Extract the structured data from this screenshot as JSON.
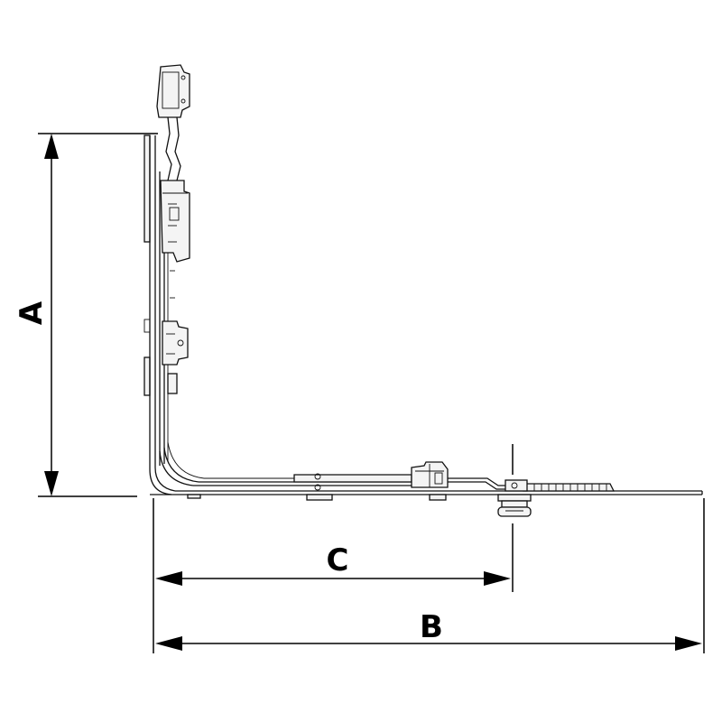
{
  "dimensions": {
    "a_label": "A",
    "b_label": "B",
    "c_label": "C"
  },
  "colors": {
    "line": "#111111",
    "background": "#ffffff"
  }
}
